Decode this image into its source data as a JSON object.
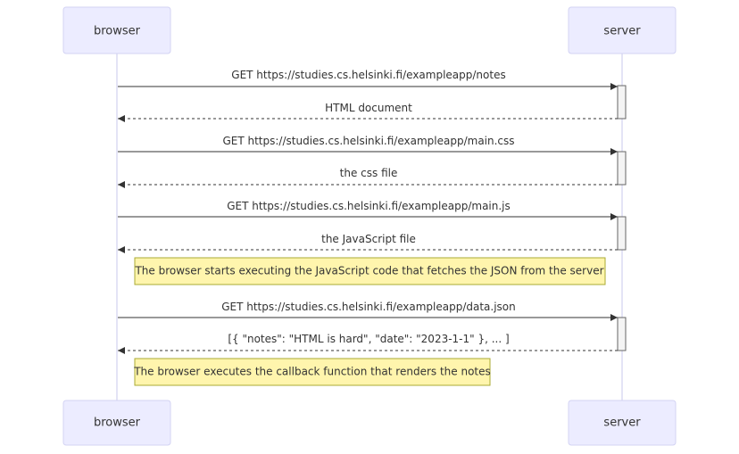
{
  "participants": [
    {
      "id": "browser",
      "label": "browser"
    },
    {
      "id": "server",
      "label": "server"
    }
  ],
  "steps": [
    {
      "kind": "message",
      "from": "browser",
      "to": "server",
      "style": "solid",
      "text": "GET https://studies.cs.helsinki.fi/exampleapp/notes"
    },
    {
      "kind": "message",
      "from": "server",
      "to": "browser",
      "style": "dashed",
      "text": "HTML document"
    },
    {
      "kind": "message",
      "from": "browser",
      "to": "server",
      "style": "solid",
      "text": "GET https://studies.cs.helsinki.fi/exampleapp/main.css"
    },
    {
      "kind": "message",
      "from": "server",
      "to": "browser",
      "style": "dashed",
      "text": "the css file"
    },
    {
      "kind": "message",
      "from": "browser",
      "to": "server",
      "style": "solid",
      "text": "GET https://studies.cs.helsinki.fi/exampleapp/main.js"
    },
    {
      "kind": "message",
      "from": "server",
      "to": "browser",
      "style": "dashed",
      "text": "the JavaScript file"
    },
    {
      "kind": "note",
      "text": "The browser starts executing the JavaScript code that fetches the JSON from the server"
    },
    {
      "kind": "message",
      "from": "browser",
      "to": "server",
      "style": "solid",
      "text": "GET https://studies.cs.helsinki.fi/exampleapp/data.json"
    },
    {
      "kind": "message",
      "from": "server",
      "to": "browser",
      "style": "dashed",
      "text": "[{ \"notes\": \"HTML is hard\", \"date\": \"2023-1-1\" }, ... ]"
    },
    {
      "kind": "note",
      "text": "The browser executes the callback function that renders the notes"
    }
  ]
}
